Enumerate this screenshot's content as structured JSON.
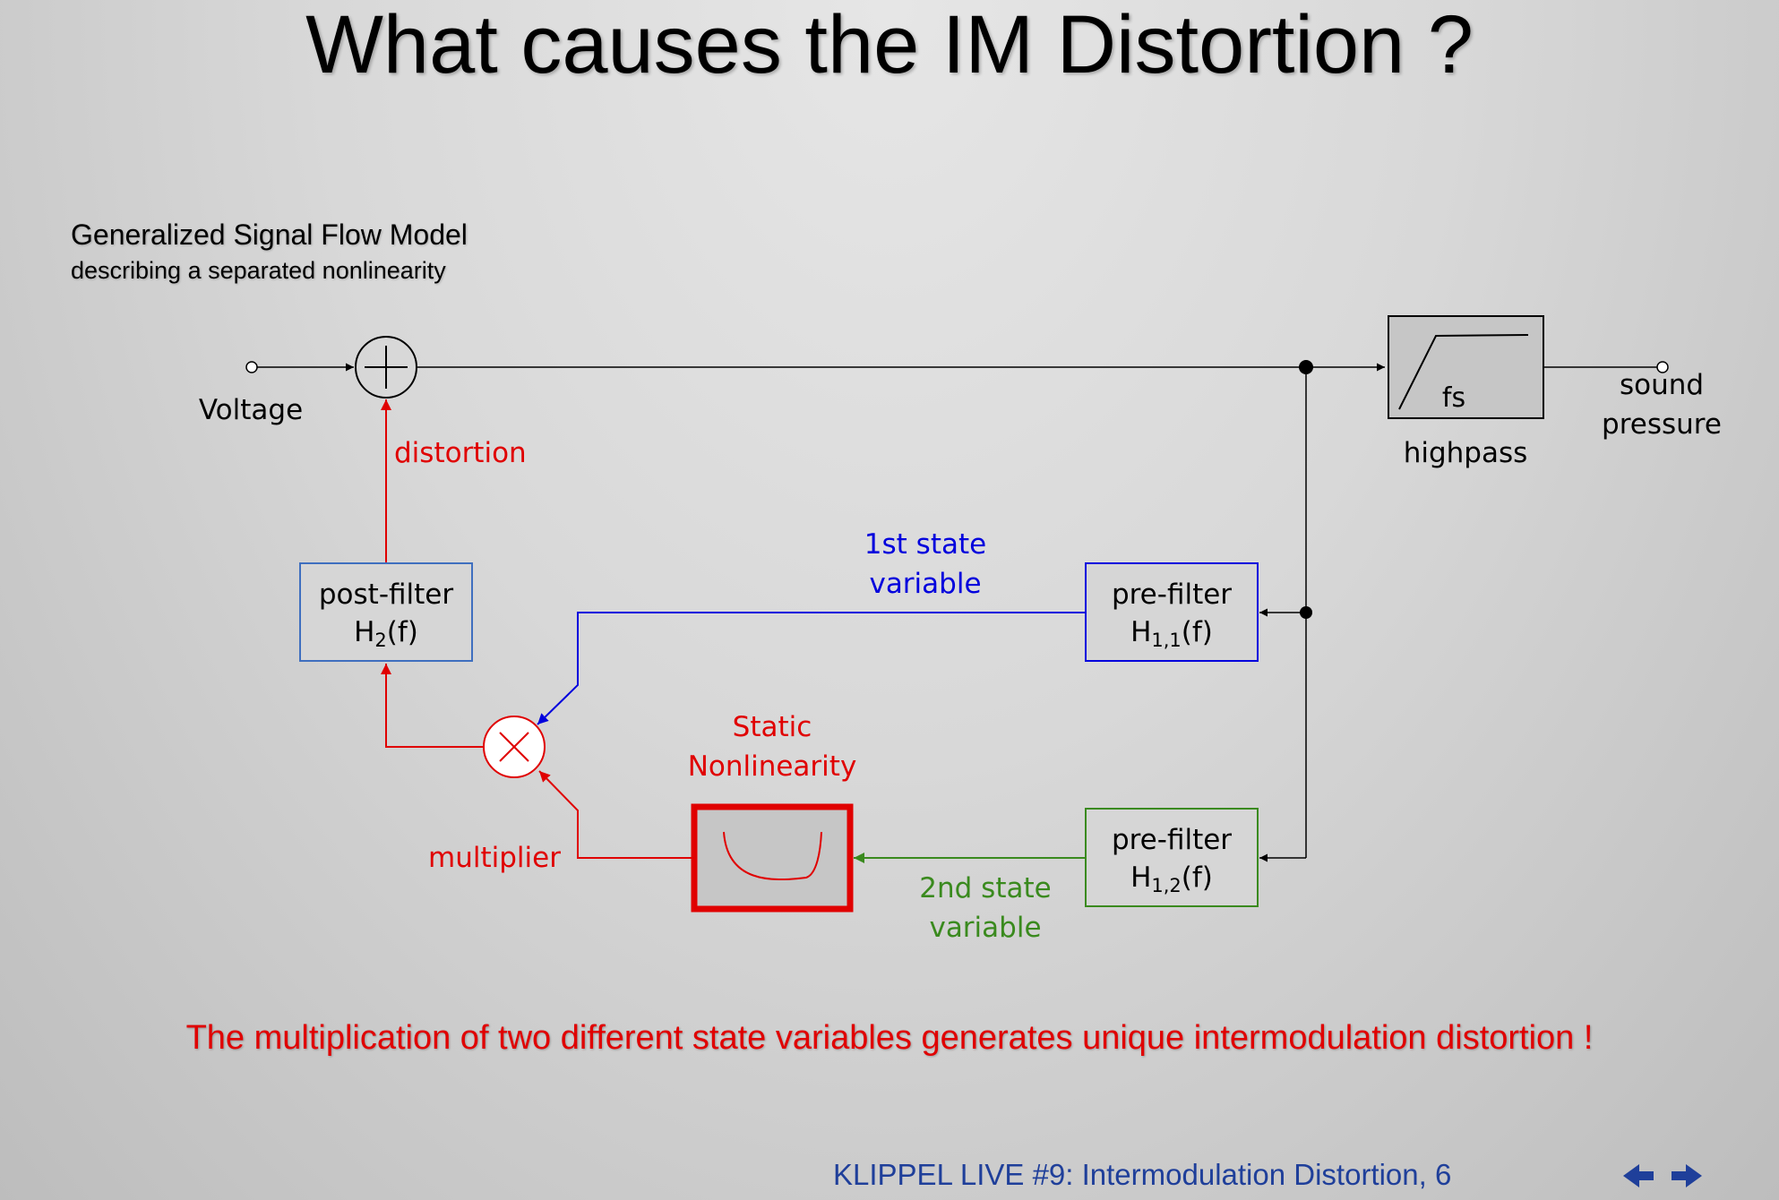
{
  "title": "What causes the IM Distortion ?",
  "subtitle": {
    "line1": "Generalized Signal Flow Model",
    "line2": "describing a separated nonlinearity"
  },
  "diagram": {
    "input_label": "Voltage",
    "output_label_line1": "sound",
    "output_label_line2": "pressure",
    "highpass_label": "highpass",
    "highpass_inner": "fs",
    "distortion_label": "distortion",
    "post_filter": {
      "line1": "post-filter",
      "line2_main": "H",
      "line2_sub": "2",
      "line2_tail": "(f)"
    },
    "pre_filter_1": {
      "line1": "pre-filter",
      "line2_main": "H",
      "line2_sub": "1,1",
      "line2_tail": "(f)"
    },
    "pre_filter_2": {
      "line1": "pre-filter",
      "line2_main": "H",
      "line2_sub": "1,2",
      "line2_tail": "(f)"
    },
    "state1_label_line1": "1st  state",
    "state1_label_line2": "variable",
    "state2_label_line1": "2nd state",
    "state2_label_line2": "variable",
    "static_nl_line1": "Static",
    "static_nl_line2": "Nonlinearity",
    "multiplier_label": "multiplier"
  },
  "conclusion": "The multiplication of two different state variables generates unique intermodulation distortion !",
  "footer": "KLIPPEL LIVE #9: Intermodulation Distortion, 6",
  "nav": {
    "prev_icon": "arrow-left-icon",
    "next_icon": "arrow-right-icon"
  },
  "colors": {
    "red": "#e00000",
    "blue": "#0000dd",
    "green": "#3a8a1e",
    "black": "#000000",
    "nav": "#1f3f9a"
  }
}
